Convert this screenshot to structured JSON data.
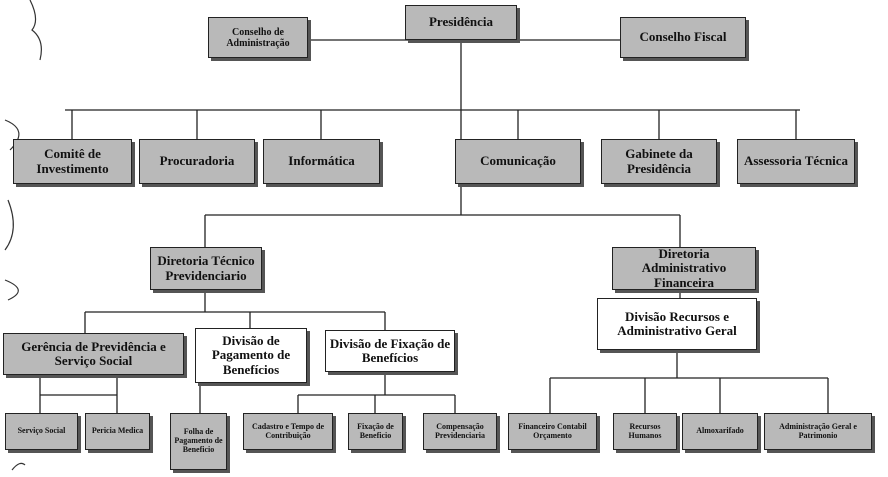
{
  "top": {
    "presidencia": "Presidência",
    "conselho_adm": "Conselho de Administração",
    "conselho_fiscal": "Conselho Fiscal"
  },
  "second": [
    "Comitê de Investimento",
    "Procuradoria",
    "Informática",
    "Comunicação",
    "Gabinete da Presidência",
    "Assessoria Técnica"
  ],
  "diretorias": {
    "tecnico": "Diretoria Técnico Previdenciario",
    "adm": "Diretoria Administrativo Financeira",
    "div_recursos": "Divisão Recursos e Administrativo Geral"
  },
  "divisions": {
    "gerencia": "Gerência de Previdência e Serviço Social",
    "pagamento": "Divisão de Pagamento de Benefícios",
    "fixacao": "Divisão de Fixação de Benefícios"
  },
  "leaves": [
    "Serviço Social",
    "Pericia Medica",
    "Folha de Pagamento de Beneficio",
    "Cadastro e Tempo de Contribuição",
    "Fixação de Beneficio",
    "Compensação Previdenciaria",
    "Financeiro Contabil Orçamento",
    "Recursos Humanos",
    "Almoxarifado",
    "Administração Geral e Patrimonio"
  ]
}
